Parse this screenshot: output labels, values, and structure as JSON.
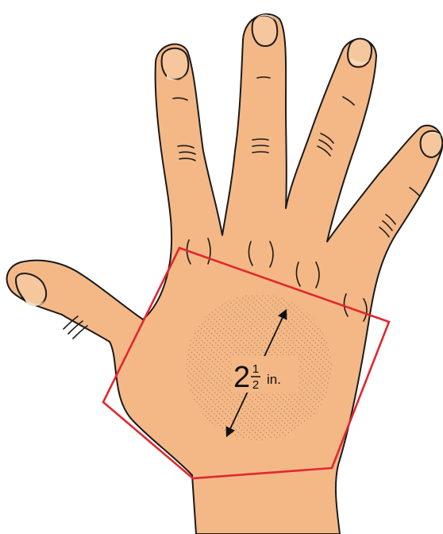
{
  "measurement": {
    "whole": "2",
    "numerator": "1",
    "denominator": "2",
    "unit": "in."
  },
  "colors": {
    "skin": "#f4b886",
    "outline": "#1a1a1a",
    "frame": "#e0282e",
    "nail_tip": "#f3dcc0"
  }
}
